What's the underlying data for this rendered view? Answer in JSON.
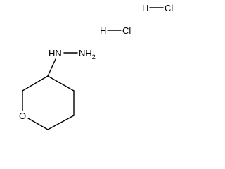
{
  "diagram": {
    "type": "chemical-structure",
    "salt_1": {
      "h": "H",
      "cl": "Cl"
    },
    "salt_2": {
      "h": "H",
      "cl": "Cl"
    },
    "hydrazine": {
      "nh": "HN",
      "nh2": "NH",
      "nh2_subscript": "2"
    },
    "ring": {
      "oxygen": "O"
    },
    "colors": {
      "ink": "#000000",
      "background": "#ffffff"
    }
  }
}
